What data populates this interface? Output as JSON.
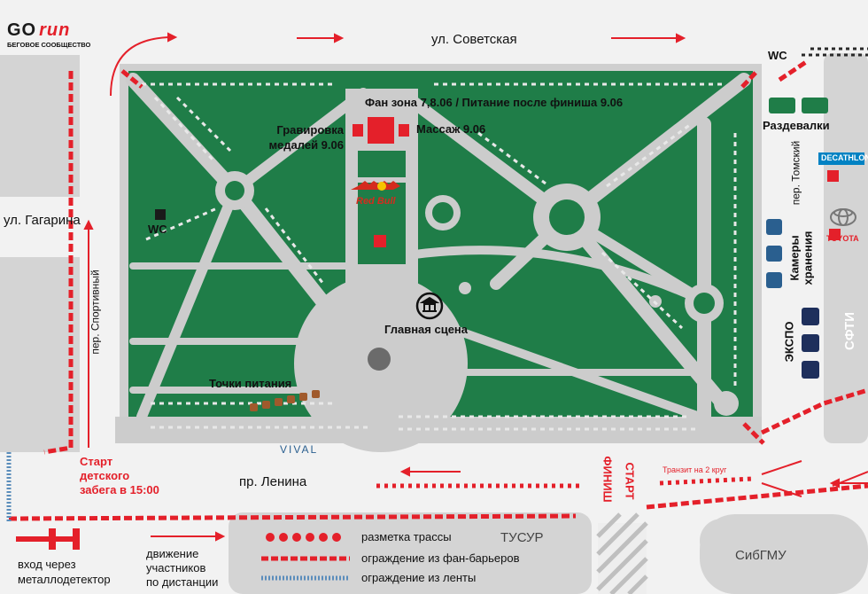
{
  "brand": {
    "go": "GO",
    "run": "run",
    "tagline": "БЕГОВОЕ СООБЩЕСТВО"
  },
  "streets": {
    "sovetskaya": "ул. Советская",
    "gagarina": "ул. Гагарина",
    "lenina": "пр. Ленина",
    "sportivny": "пер. Спортивный",
    "tomsky": "пер. Томский"
  },
  "labels": {
    "fan_zone": "Фан зона 7,8.06 / Питание после финиша 9.06",
    "engraving": "Гравировка медалей 9.06",
    "massage": "Массаж 9.06",
    "wc": "WC",
    "redbull": "Red Bull",
    "main_stage": "Главная сцена",
    "food_points": "Точки питания",
    "vival": "VIVAL",
    "changing_rooms": "Раздевалки",
    "decathlon": "DECATHLON",
    "toyota": "TOYOTA",
    "storage": "Камеры\nхранения",
    "expo": "ЭКСПО",
    "sfti": "СФТИ",
    "kids_start": "Старт\nдетского\nзабега в 15:00",
    "finish": "ФИНИШ",
    "start": "СТАРТ",
    "transit": "Транзит на 2 круг",
    "tusur": "ТУСУР",
    "sibgmu": "СибГМУ"
  },
  "legend": {
    "metal_detector": "вход через\nметаллодетектор",
    "movement": "движение\nучастников\nпо дистанции",
    "route": "разметка трассы",
    "fan_barrier": "ограждение  из фан-барьеров",
    "ribbon": "ограждение из ленты"
  },
  "colors": {
    "lawn": "#1f7d48",
    "accent": "#e4202a",
    "ribbon": "#5b8dbb",
    "storage": "#2a5f8f",
    "expo": "#1e2f5c"
  }
}
